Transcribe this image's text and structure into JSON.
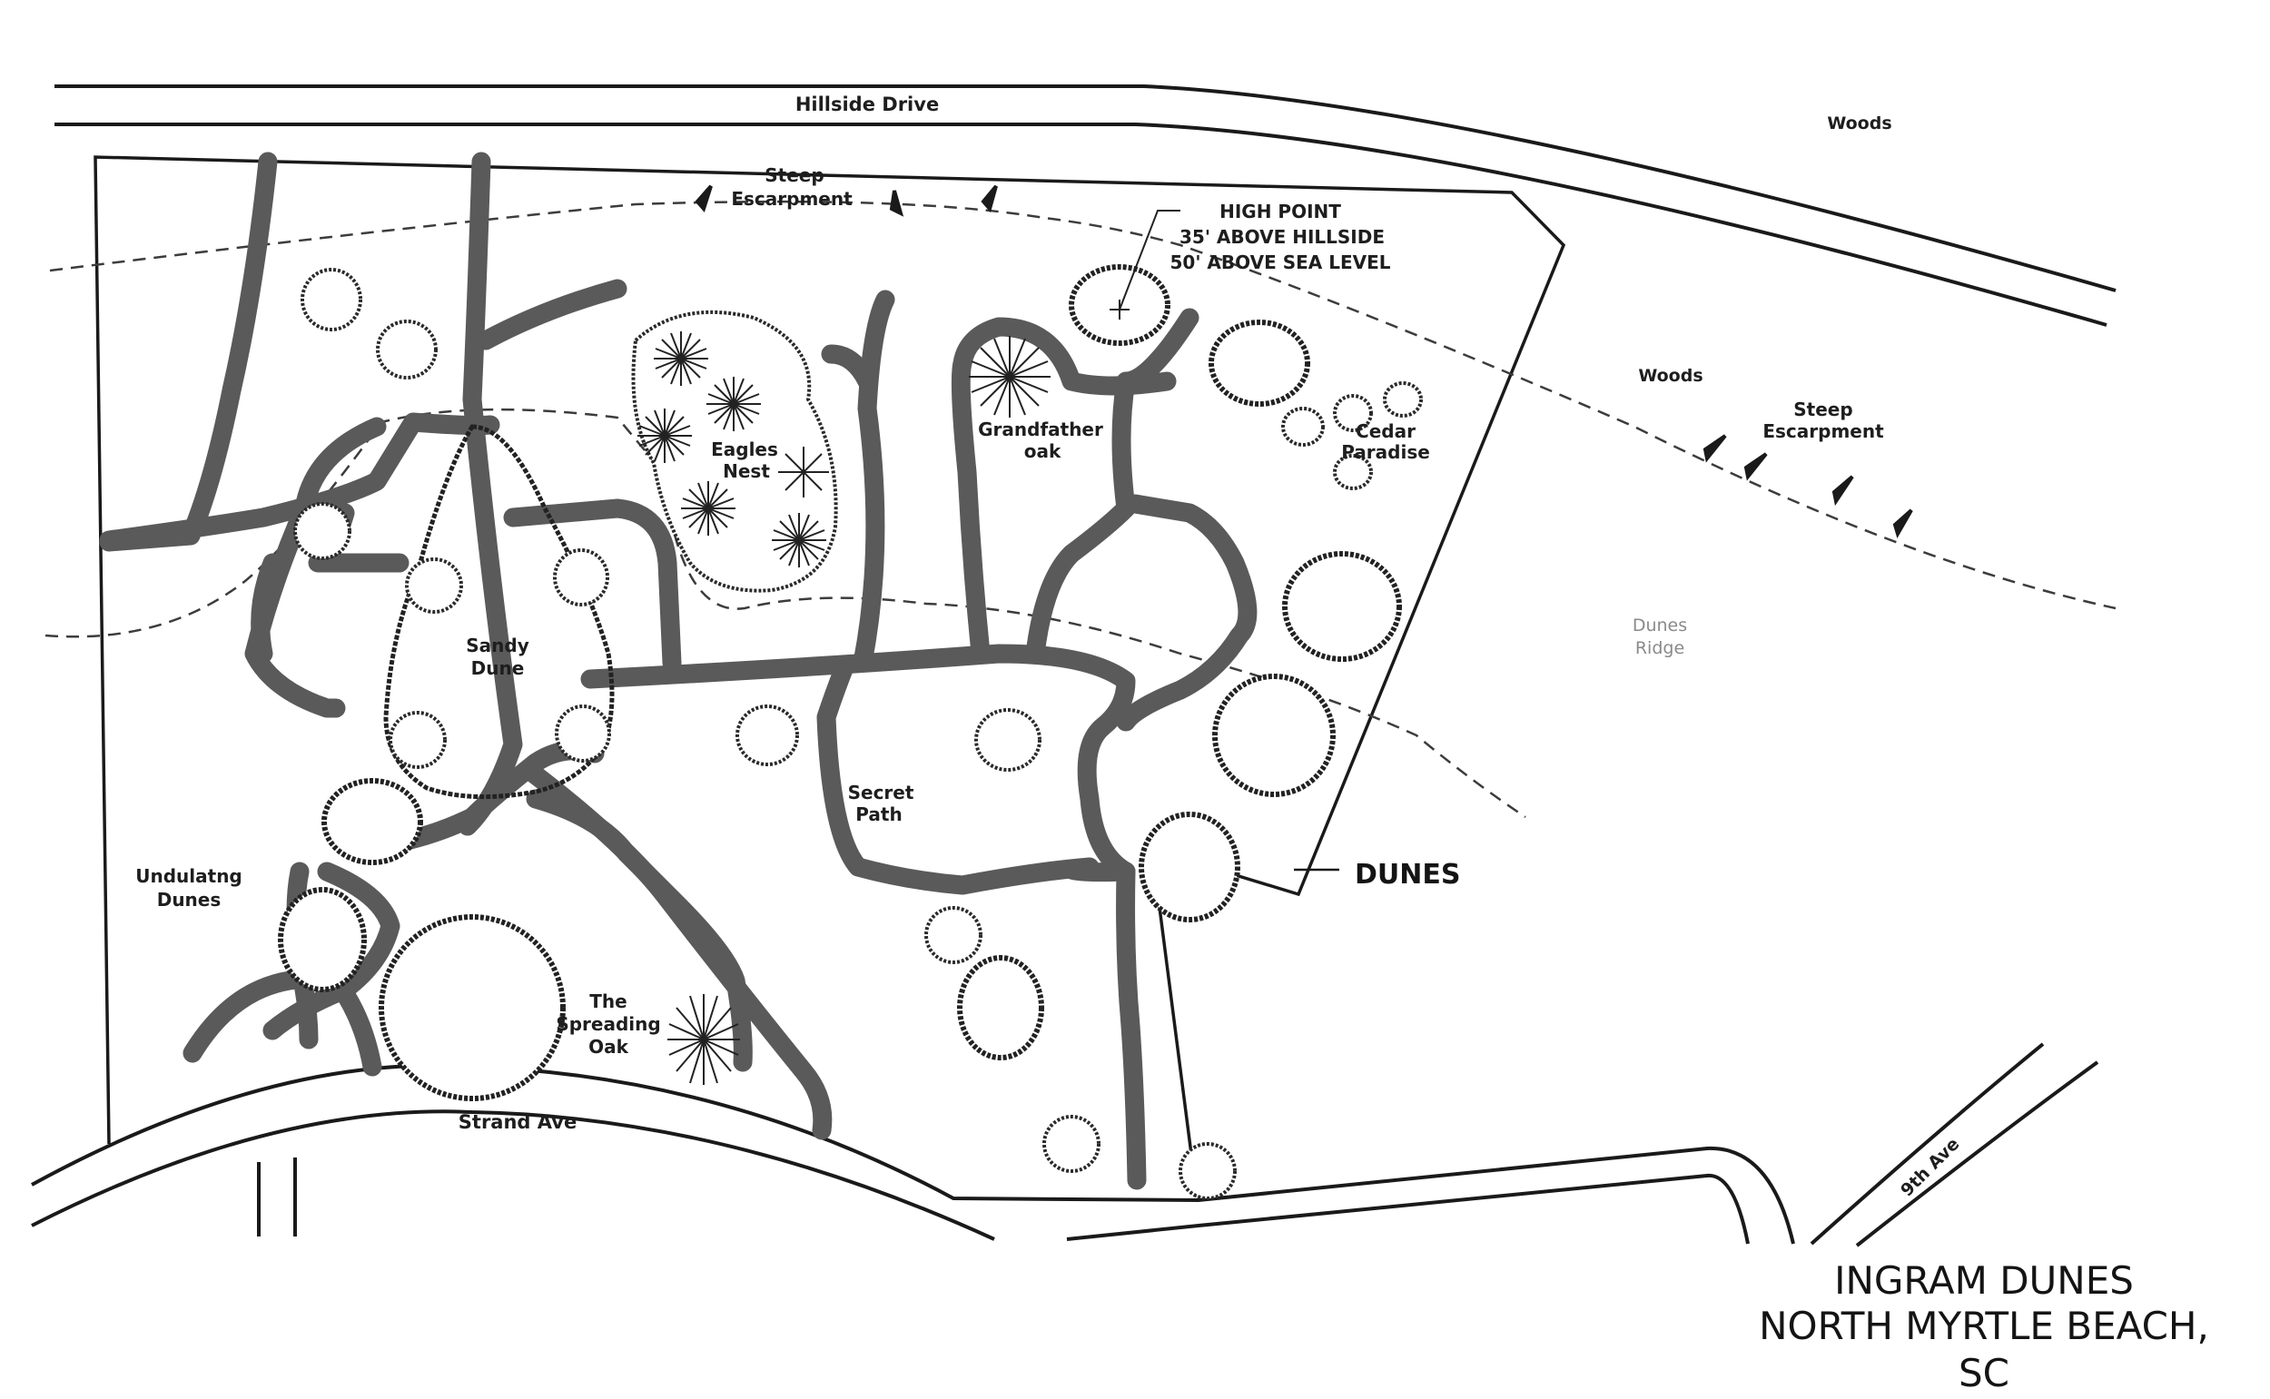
{
  "title": {
    "line1": "INGRAM DUNES",
    "line2": "NORTH MYRTLE BEACH,",
    "line3": "SC"
  },
  "roads": {
    "hillside": "Hillside Drive",
    "strand": "Strand Ave",
    "ninth": "9th Ave"
  },
  "labels": {
    "woods_top": "Woods",
    "woods_mid": "Woods",
    "escarpment_left_1": "Steep",
    "escarpment_left_2": "Escarpment",
    "escarpment_right_1": "Steep",
    "escarpment_right_2": "Escarpment",
    "high_point_1": "HIGH POINT",
    "high_point_2": "35' ABOVE HILLSIDE",
    "high_point_3": "50' ABOVE SEA LEVEL",
    "eagles_nest_1": "Eagles",
    "eagles_nest_2": "Nest",
    "grandfather_1": "Grandfather",
    "grandfather_2": "oak",
    "cedar_1": "Cedar",
    "cedar_2": "Paradise",
    "sandy_1": "Sandy",
    "sandy_2": "Dune",
    "dunes_ridge_1": "Dunes",
    "dunes_ridge_2": "Ridge",
    "secret_1": "Secret",
    "secret_2": "Path",
    "dunes": "DUNES",
    "undulating_1": "Undulatng",
    "undulating_2": "Dunes",
    "spreading_1": "The",
    "spreading_2": "Spreading",
    "spreading_3": "Oak"
  },
  "icons": [
    "escarpment-arrow-icon",
    "tree-icon",
    "pine-tree-icon",
    "high-point-marker-icon"
  ]
}
